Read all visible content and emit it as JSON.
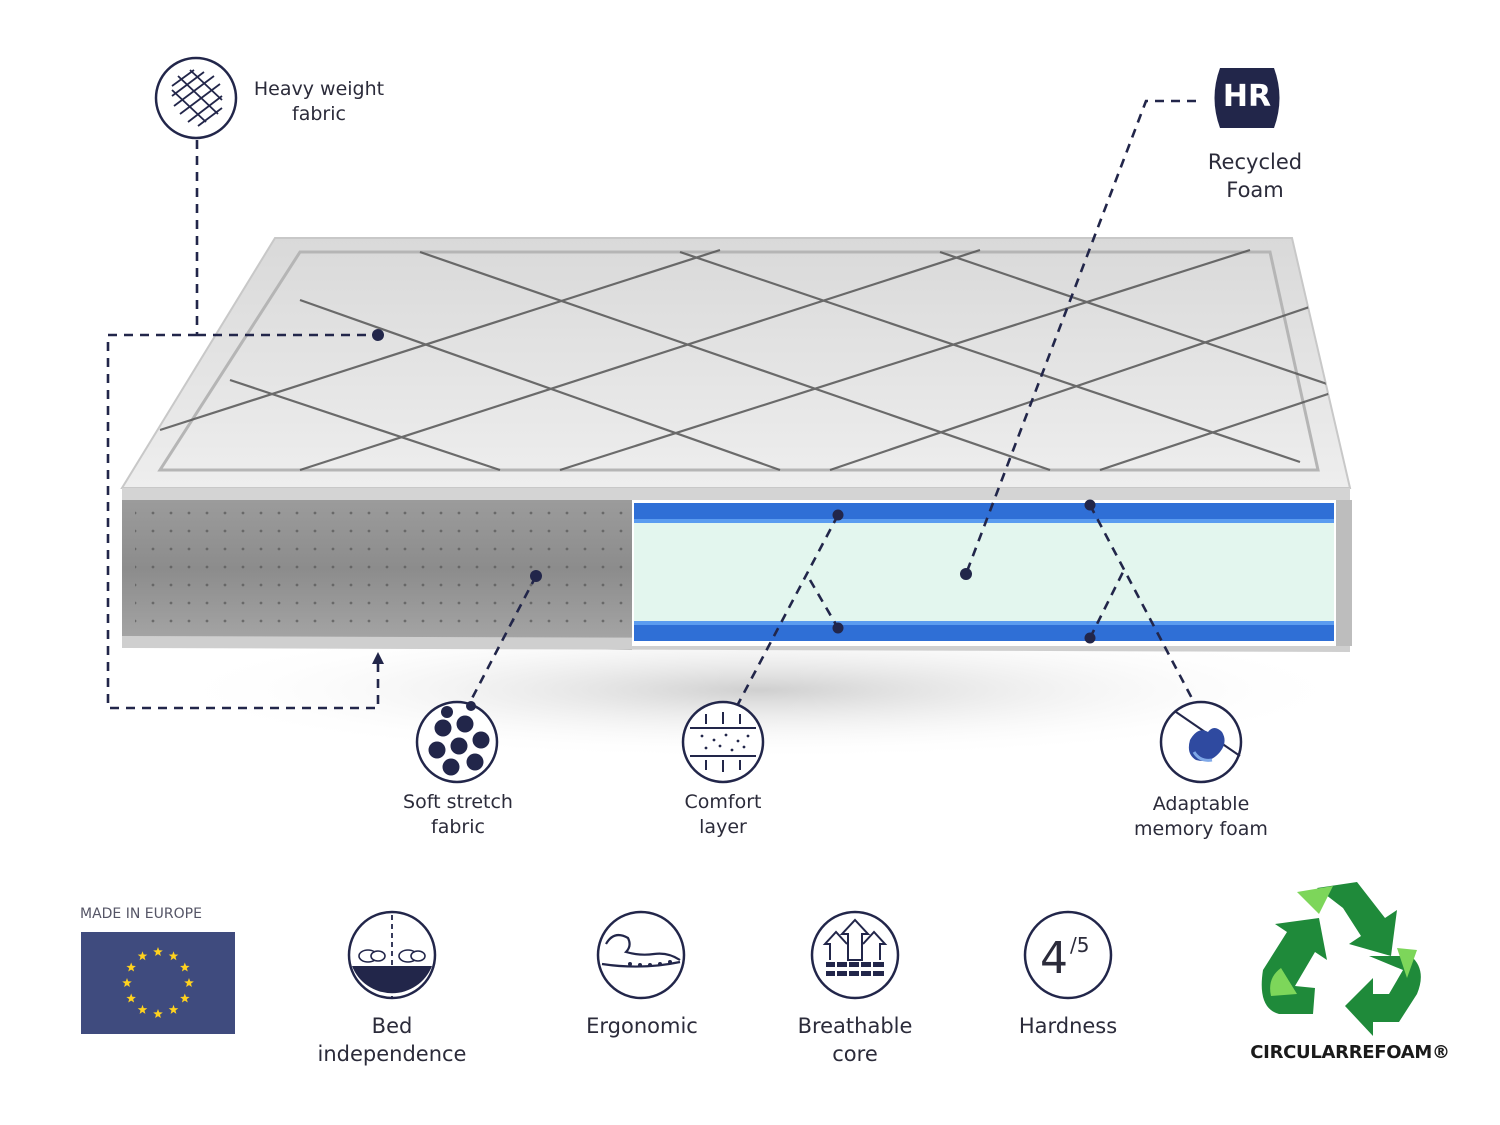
{
  "callouts": {
    "heavy_weight_fabric": [
      "Heavy weight",
      "fabric"
    ],
    "recycled_foam": [
      "Recycled",
      "Foam"
    ],
    "hr_badge": "HR",
    "soft_stretch_fabric": [
      "Soft stretch",
      "fabric"
    ],
    "comfort_layer": [
      "Comfort",
      "layer"
    ],
    "adaptable_memory_foam": [
      "Adaptable",
      "memory foam"
    ]
  },
  "features": {
    "made_in_europe": "MADE IN EUROPE",
    "bed_independence": [
      "Bed",
      "independence"
    ],
    "ergonomic": [
      "Ergonomic"
    ],
    "breathable_core": [
      "Breathable",
      "core"
    ],
    "hardness_value": "4",
    "hardness_scale": "/5",
    "hardness": [
      "Hardness"
    ],
    "brand": "CIRCULARREFOAM®"
  },
  "colors": {
    "navy": "#22264a",
    "memory_blue": "#2f6fd6",
    "core_mint": "#e3f6ee",
    "eu_blue": "#3f4b7e",
    "eu_star": "#ffd21e",
    "recycle_dark": "#1f8a3a",
    "recycle_light": "#7dd65a"
  },
  "icons": [
    "woven-fabric-icon",
    "hr-badge-icon",
    "stretch-fabric-icon",
    "comfort-layer-icon",
    "memory-foam-hand-icon",
    "eu-flag-icon",
    "bed-independence-icon",
    "ergonomic-icon",
    "breathable-core-icon",
    "hardness-icon",
    "recycle-icon"
  ]
}
